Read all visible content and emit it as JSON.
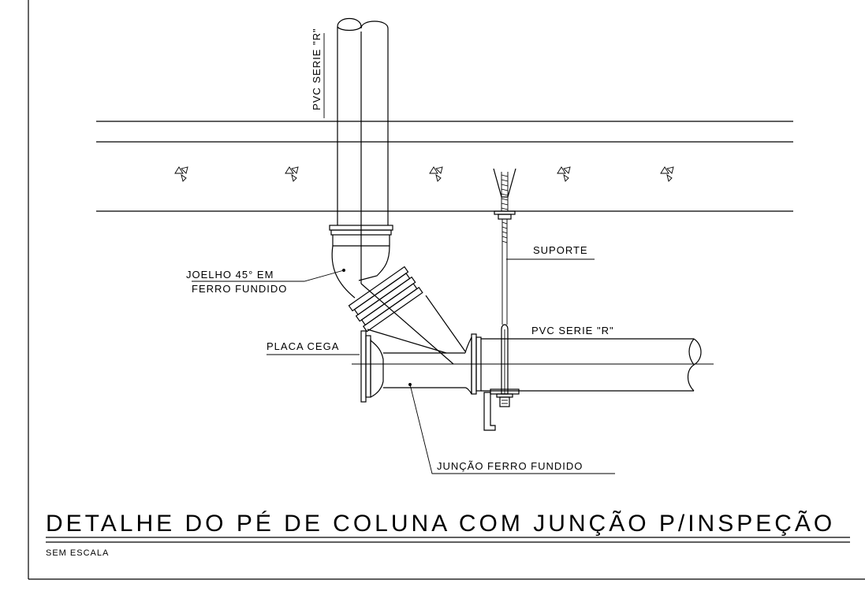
{
  "drawing": {
    "title": "DETALHE DO PÉ DE COLUNA COM JUNÇÃO P/INSPEÇÃO",
    "scale_note": "SEM ESCALA"
  },
  "labels": {
    "pvc_vertical": "PVC SERIE \"R\"",
    "pvc_horizontal": "PVC SERIE \"R\"",
    "suporte": "SUPORTE",
    "joelho_line1": "JOELHO 45° EM",
    "joelho_line2": "FERRO FUNDIDO",
    "placa_cega": "PLACA CEGA",
    "juncao": "JUNÇÃO FERRO FUNDIDO"
  }
}
